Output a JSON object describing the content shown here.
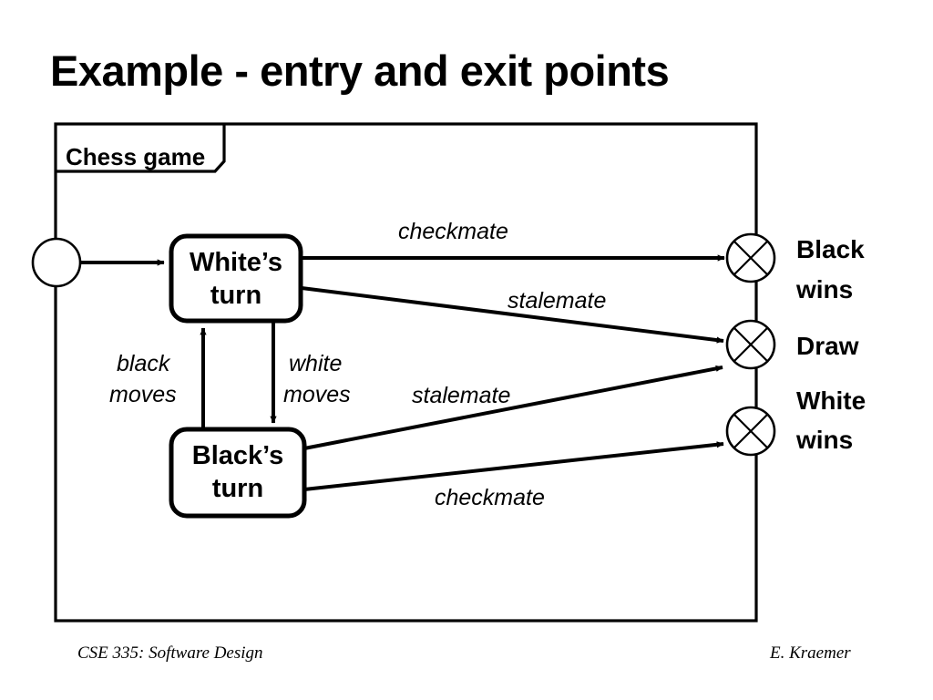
{
  "slide": {
    "title": "Example - entry and exit points"
  },
  "diagram": {
    "type": "uml-state-machine",
    "region_name": "Chess game",
    "states": [
      {
        "id": "whites-turn",
        "label_line1": "White’s",
        "label_line2": "turn"
      },
      {
        "id": "blacks-turn",
        "label_line1": "Black’s",
        "label_line2": "turn"
      }
    ],
    "entry_point": {
      "id": "entry-point",
      "label": ""
    },
    "exit_points": [
      {
        "id": "exit-black-wins",
        "label_line1": "Black",
        "label_line2": "wins"
      },
      {
        "id": "exit-draw",
        "label_line1": "Draw",
        "label_line2": ""
      },
      {
        "id": "exit-white-wins",
        "label_line1": "White",
        "label_line2": "wins"
      }
    ],
    "transitions": [
      {
        "id": "t-start",
        "from": "entry-point",
        "to": "whites-turn",
        "label": ""
      },
      {
        "id": "t-white-checkmate",
        "from": "whites-turn",
        "to": "exit-black-wins",
        "label": "checkmate"
      },
      {
        "id": "t-white-stalemate",
        "from": "whites-turn",
        "to": "exit-draw",
        "label": "stalemate"
      },
      {
        "id": "t-white-moves",
        "from": "whites-turn",
        "to": "blacks-turn",
        "label_line1": "white",
        "label_line2": "moves"
      },
      {
        "id": "t-black-moves",
        "from": "blacks-turn",
        "to": "whites-turn",
        "label_line1": "black",
        "label_line2": "moves"
      },
      {
        "id": "t-black-stalemate",
        "from": "blacks-turn",
        "to": "exit-draw",
        "label": "stalemate"
      },
      {
        "id": "t-black-checkmate",
        "from": "blacks-turn",
        "to": "exit-white-wins",
        "label": "checkmate"
      }
    ]
  },
  "footer": {
    "left": "CSE 335: Software Design",
    "right": "E. Kraemer"
  },
  "colors": {
    "background": "#ffffff",
    "ink": "#000000"
  }
}
